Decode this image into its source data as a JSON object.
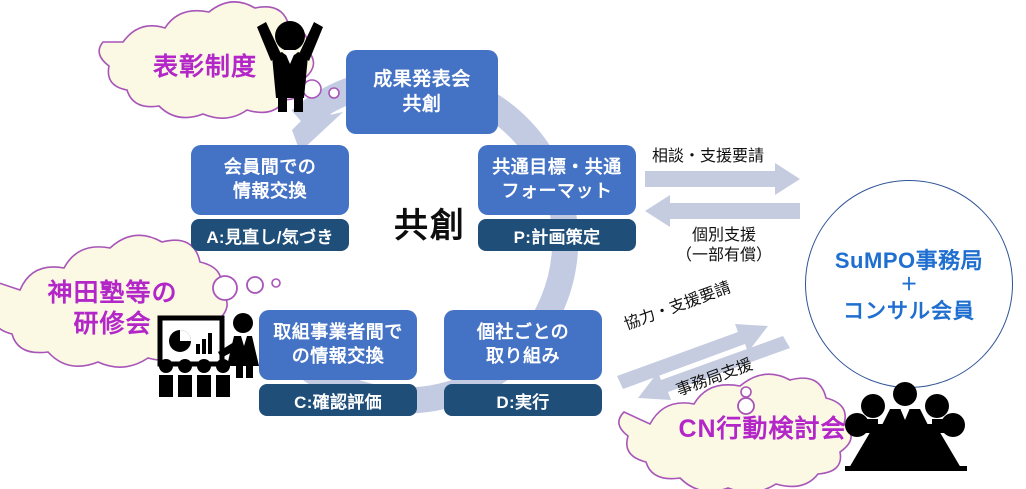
{
  "diagram": {
    "center_label": "共創",
    "cycle_nodes": [
      {
        "id": "top",
        "title_lines": [
          "成果発表会",
          "共創"
        ],
        "phase": ""
      },
      {
        "id": "p",
        "title_lines": [
          "共通目標・共通",
          "フォーマット"
        ],
        "phase": "P:計画策定"
      },
      {
        "id": "d",
        "title_lines": [
          "個社ごとの",
          "取り組み"
        ],
        "phase": "D:実行"
      },
      {
        "id": "c",
        "title_lines": [
          "取組事業者間で",
          "の情報交換"
        ],
        "phase": "C:確認評価"
      },
      {
        "id": "a",
        "title_lines": [
          "会員間での",
          "情報交換"
        ],
        "phase": "A:見直し/気づき"
      }
    ],
    "org_circle": {
      "line1": "SuMPO事務局",
      "line2": "＋",
      "line3": "コンサル会員"
    },
    "arrow_labels": [
      {
        "id": "soudan",
        "text": "相談・支援要請",
        "direction": "right"
      },
      {
        "id": "kobetsu",
        "text_line1": "個別支援",
        "text_line2": "（一部有償）",
        "direction": "left"
      },
      {
        "id": "kyoryoku",
        "text": "協力・支援要請",
        "direction": "right"
      },
      {
        "id": "jimukyoku",
        "text": "事務局支援",
        "direction": "left"
      }
    ],
    "callouts": [
      {
        "id": "hyosho",
        "lines": [
          "表彰制度"
        ],
        "icon": "cheering-person-icon"
      },
      {
        "id": "kanda",
        "lines": [
          "神田塾等の",
          "研修会"
        ],
        "icon": "training-seminar-icon"
      },
      {
        "id": "cn",
        "lines": [
          "CN行動検討会"
        ],
        "icon": "meeting-people-icon"
      }
    ],
    "colors": {
      "node_main": "#4472c4",
      "node_sub": "#1f4e79",
      "ring": "#c3cbe3",
      "arrow": "#c5cce0",
      "cloud_fill": "#fbf8e3",
      "cloud_stroke": "#a855b8",
      "cloud_text": "#b327c8",
      "circle_stroke": "#2f5597",
      "circle_text": "#1f6fd0",
      "center_text": "#0d0d0d"
    }
  }
}
